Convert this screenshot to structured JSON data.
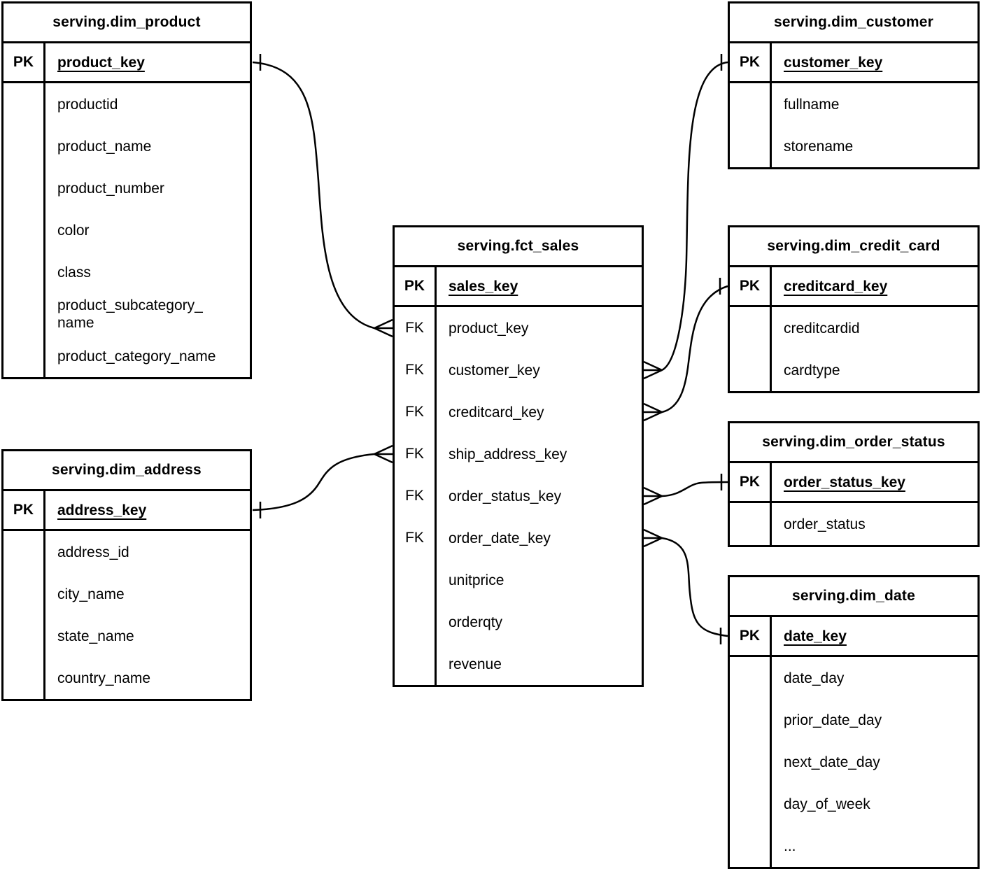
{
  "diagram": {
    "type": "entity-relationship",
    "background_color": "#ffffff",
    "line_color": "#000000",
    "text_color": "#000000",
    "tables": {
      "dim_product": {
        "title": "serving.dim_product",
        "primary_key": {
          "key": "PK",
          "name": "product_key"
        },
        "fields": [
          {
            "key": "",
            "name": "productid"
          },
          {
            "key": "",
            "name": "product_name"
          },
          {
            "key": "",
            "name": "product_number"
          },
          {
            "key": "",
            "name": "color"
          },
          {
            "key": "",
            "name": "class"
          },
          {
            "key": "",
            "name": "product_subcategory_\nname"
          },
          {
            "key": "",
            "name": "product_category_name"
          }
        ]
      },
      "dim_customer": {
        "title": "serving.dim_customer",
        "primary_key": {
          "key": "PK",
          "name": "customer_key"
        },
        "fields": [
          {
            "key": "",
            "name": "fullname"
          },
          {
            "key": "",
            "name": "storename"
          }
        ]
      },
      "fct_sales": {
        "title": "serving.fct_sales",
        "primary_key": {
          "key": "PK",
          "name": "sales_key"
        },
        "fields": [
          {
            "key": "FK",
            "name": "product_key"
          },
          {
            "key": "FK",
            "name": "customer_key"
          },
          {
            "key": "FK",
            "name": "creditcard_key"
          },
          {
            "key": "FK",
            "name": "ship_address_key"
          },
          {
            "key": "FK",
            "name": "order_status_key"
          },
          {
            "key": "FK",
            "name": "order_date_key"
          },
          {
            "key": "",
            "name": "unitprice"
          },
          {
            "key": "",
            "name": "orderqty"
          },
          {
            "key": "",
            "name": "revenue"
          }
        ]
      },
      "dim_credit_card": {
        "title": "serving.dim_credit_card",
        "primary_key": {
          "key": "PK",
          "name": "creditcard_key"
        },
        "fields": [
          {
            "key": "",
            "name": "creditcardid"
          },
          {
            "key": "",
            "name": "cardtype"
          }
        ]
      },
      "dim_address": {
        "title": "serving.dim_address",
        "primary_key": {
          "key": "PK",
          "name": "address_key"
        },
        "fields": [
          {
            "key": "",
            "name": "address_id"
          },
          {
            "key": "",
            "name": "city_name"
          },
          {
            "key": "",
            "name": "state_name"
          },
          {
            "key": "",
            "name": "country_name"
          }
        ]
      },
      "dim_order_status": {
        "title": "serving.dim_order_status",
        "primary_key": {
          "key": "PK",
          "name": "order_status_key"
        },
        "fields": [
          {
            "key": "",
            "name": "order_status"
          }
        ]
      },
      "dim_date": {
        "title": "serving.dim_date",
        "primary_key": {
          "key": "PK",
          "name": "date_key"
        },
        "fields": [
          {
            "key": "",
            "name": "date_day"
          },
          {
            "key": "",
            "name": "prior_date_day"
          },
          {
            "key": "",
            "name": "next_date_day"
          },
          {
            "key": "",
            "name": "day_of_week"
          },
          {
            "key": "",
            "name": "..."
          }
        ]
      }
    },
    "relationships": [
      {
        "one_table": "serving.dim_product",
        "one_field": "product_key",
        "many_table": "serving.fct_sales",
        "many_field": "product_key"
      },
      {
        "one_table": "serving.dim_address",
        "one_field": "address_key",
        "many_table": "serving.fct_sales",
        "many_field": "ship_address_key"
      },
      {
        "one_table": "serving.dim_customer",
        "one_field": "customer_key",
        "many_table": "serving.fct_sales",
        "many_field": "customer_key"
      },
      {
        "one_table": "serving.dim_credit_card",
        "one_field": "creditcard_key",
        "many_table": "serving.fct_sales",
        "many_field": "creditcard_key"
      },
      {
        "one_table": "serving.dim_order_status",
        "one_field": "order_status_key",
        "many_table": "serving.fct_sales",
        "many_field": "order_status_key"
      },
      {
        "one_table": "serving.dim_date",
        "one_field": "date_key",
        "many_table": "serving.fct_sales",
        "many_field": "order_date_key"
      }
    ]
  }
}
